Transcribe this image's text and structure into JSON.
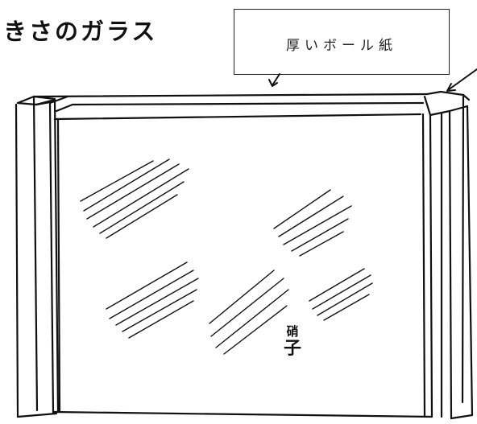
{
  "heading": "きさのガラス",
  "label": {
    "text": "厚いボール紙"
  },
  "glass_label": {
    "line1": "硝",
    "line2": "子"
  }
}
